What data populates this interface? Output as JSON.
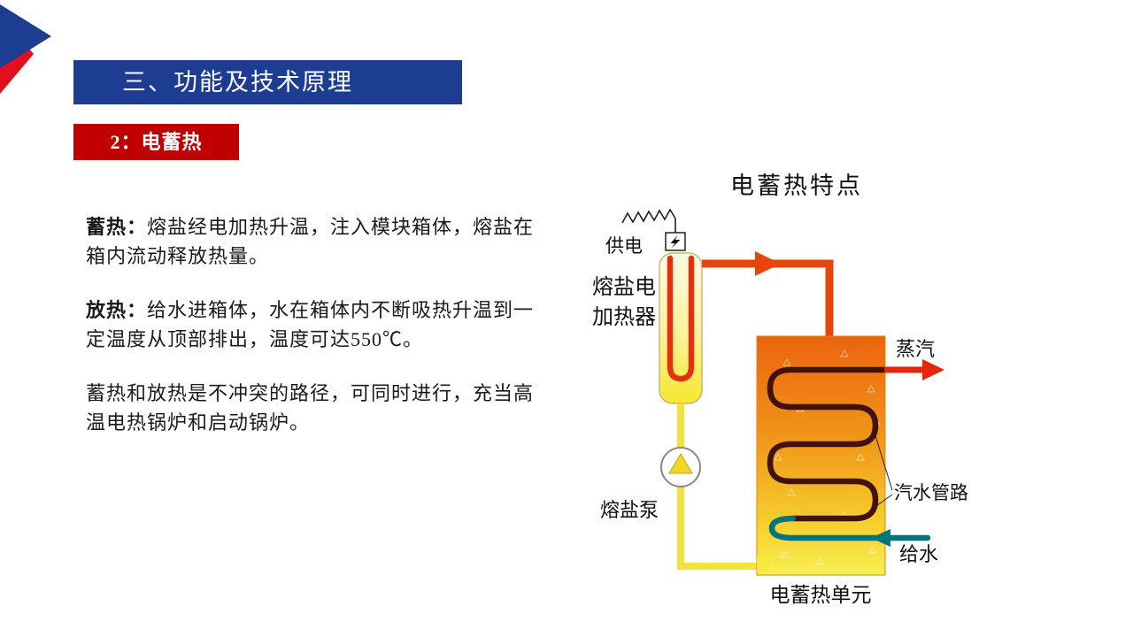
{
  "slide": {
    "title_bar": {
      "title": "三、功能及技术原理"
    },
    "badge": {
      "label": "2：电蓄热"
    },
    "paragraphs": [
      {
        "lead": "蓄热：",
        "text": "熔盐经电加热升温，注入模块箱体，熔盐在箱内流动释放热量。"
      },
      {
        "lead": "放热：",
        "text": "给水进箱体，水在箱体内不断吸热升温到一定温度从顶部排出，温度可达550℃。"
      },
      {
        "lead": "",
        "text": "蓄热和放热是不冲突的路径，可同时进行，充当高温电热锅炉和启动锅炉。"
      }
    ]
  },
  "diagram": {
    "title": "电蓄热特点",
    "labels": {
      "power_supply": "供电",
      "heater_line1": "熔盐电",
      "heater_line2": "加热器",
      "molten_salt_pump": "熔盐泵",
      "steam": "蒸汽",
      "steam_water_pipeline": "汽水管路",
      "feed_water": "给水",
      "storage_unit": "电蓄热单元"
    },
    "colors": {
      "title_bar_bg": "#1d3d93",
      "badge_bg": "#c00000",
      "hot_pipe": "#e8440c",
      "molten_salt_pipe": "#f2e33c",
      "feed_water_pipe": "#00747c",
      "coil": "#421206",
      "tank_top": "#ea640e",
      "tank_bottom": "#f9f052"
    }
  }
}
